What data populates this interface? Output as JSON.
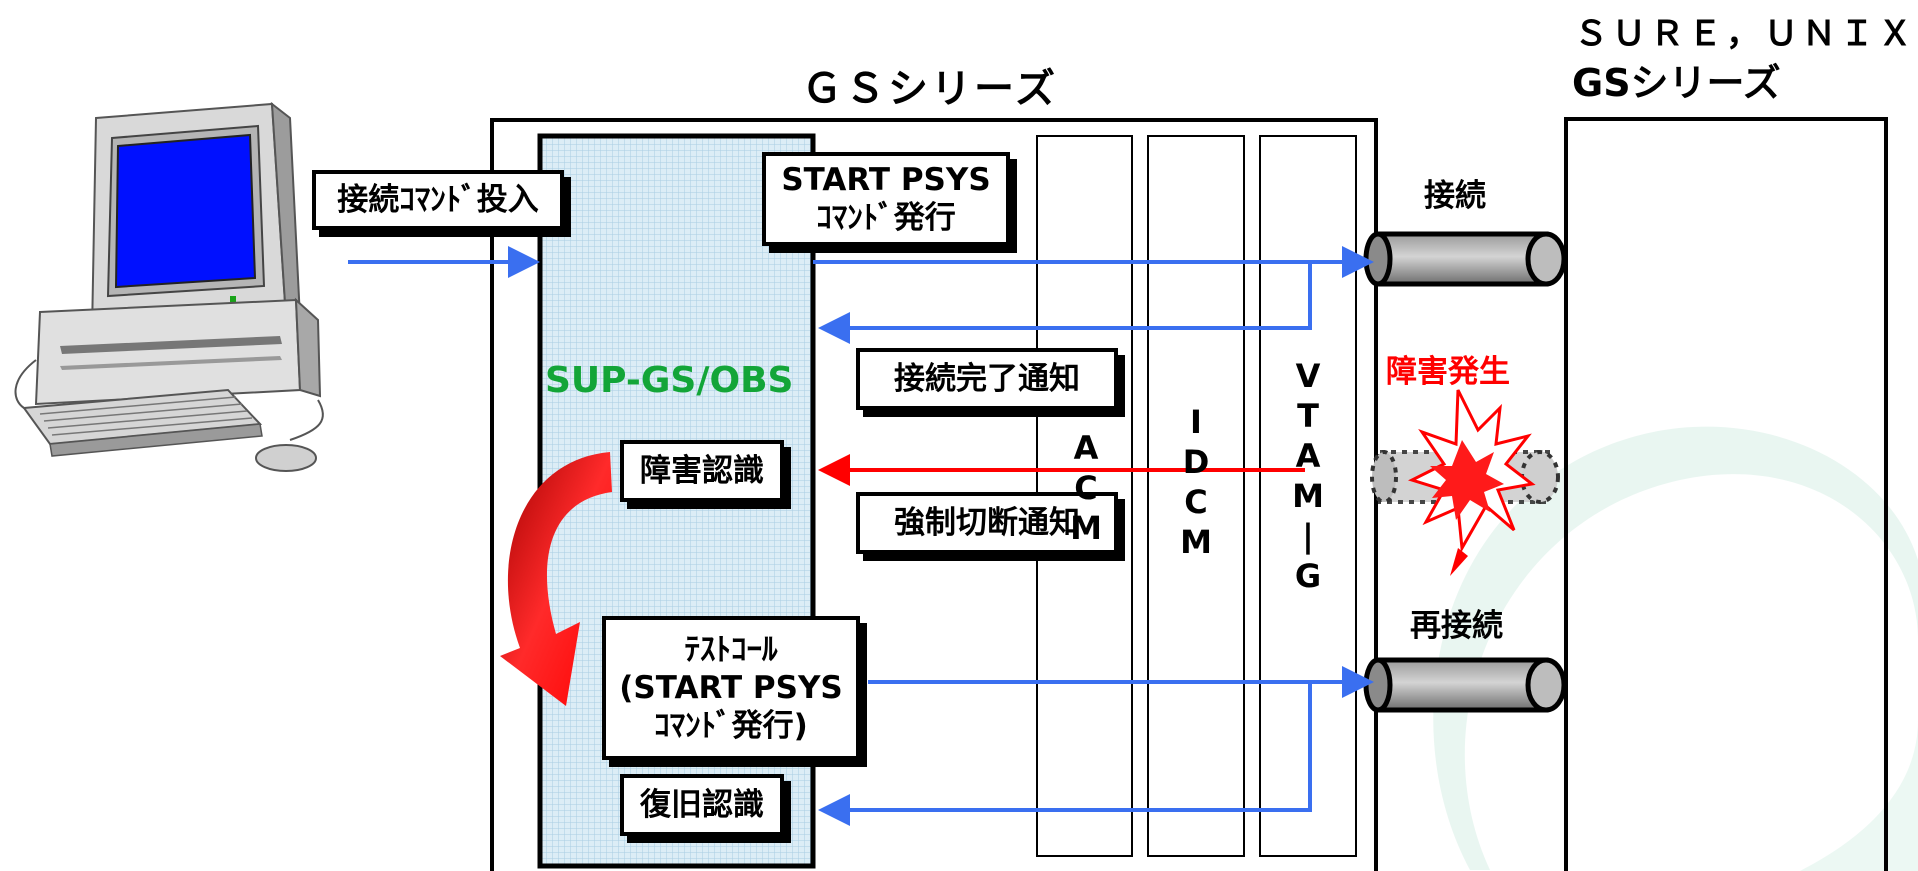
{
  "titles": {
    "gs_series": "ＧＳシリーズ",
    "remote_line1": "ＳＵＲＥ，ＵＮＩＸ，",
    "remote_line2": "GSシリーズ"
  },
  "sup_label": "SUP-GS/OBS",
  "labels": {
    "connect_command": "接続ｺﾏﾝﾄﾞ投入",
    "start_psys_line1": "START PSYS",
    "start_psys_line2": "ｺﾏﾝﾄﾞ発行",
    "connect_complete": "接続完了通知",
    "fault_recognition": "障害認識",
    "forced_disconnect": "強制切断通知",
    "test_call_line1": "ﾃｽﾄｺｰﾙ",
    "test_call_line2": "(START PSYS",
    "test_call_line3": "ｺﾏﾝﾄﾞ発行)",
    "recovery_recognition": "復旧認識",
    "connect": "接続",
    "fault_occurred": "障害発生",
    "reconnect": "再接続"
  },
  "columns": {
    "acm": [
      "A",
      "C",
      "M"
    ],
    "idcm": [
      "I",
      "D",
      "C",
      "M"
    ],
    "vtam": [
      "V",
      "T",
      "A",
      "M",
      "|",
      "G"
    ]
  },
  "colors": {
    "flow": "#3a6ff0",
    "fault": "#ff0000",
    "sup_label": "#13a538",
    "sup_panel": "#d6ecf6",
    "computer_screen": "#0010ff"
  }
}
